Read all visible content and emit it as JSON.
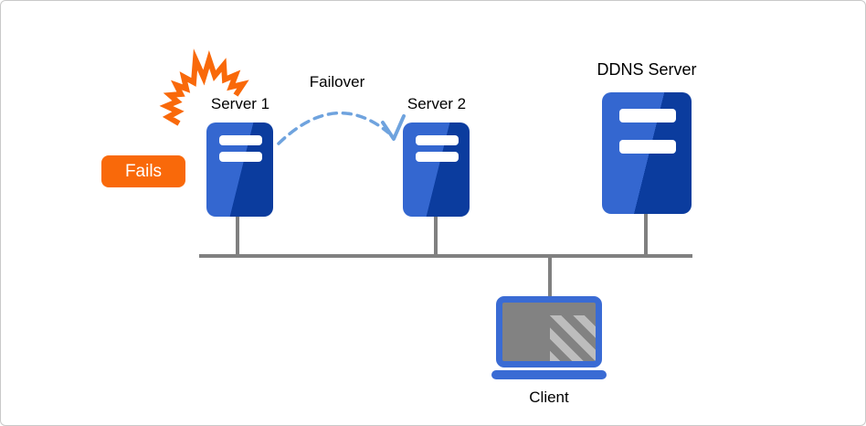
{
  "colors": {
    "orange": "#F9690A",
    "server_light": "#3467D0",
    "server_dark": "#0B3C9E",
    "laptop_blue": "#3A6BD4",
    "arc_blue": "#6FA3DE",
    "line_gray": "#808080",
    "screen_gray": "#828282",
    "glare_gray": "#BDBDBD",
    "text": "#000000",
    "badge_text": "#FFFFFF"
  },
  "nodes": {
    "server1": {
      "label": "Server 1"
    },
    "server2": {
      "label": "Server 2"
    },
    "ddns": {
      "label": "DDNS Server"
    },
    "client": {
      "label": "Client"
    }
  },
  "badges": {
    "fails": "Fails"
  },
  "arrows": {
    "failover": "Failover"
  }
}
